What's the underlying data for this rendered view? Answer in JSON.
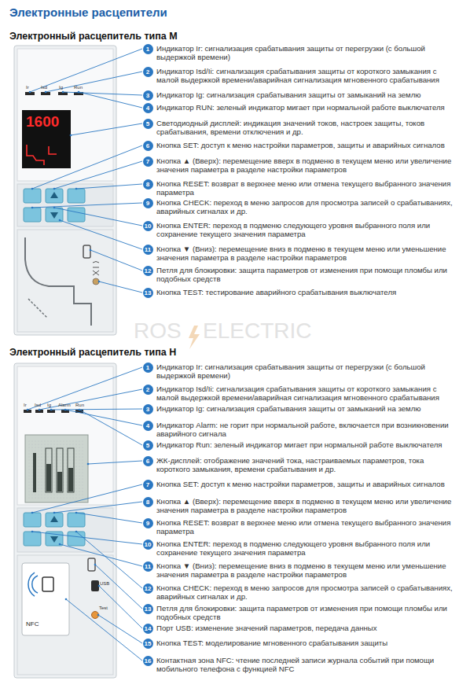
{
  "diagram": {
    "title": "Электронные расцепители",
    "nodes": [
      {
        "text": [
          "1"
        ]
      },
      {
        "text": [
          "2"
        ]
      },
      {
        "text": [
          "3"
        ]
      },
      {
        "text": [
          "4"
        ]
      },
      {
        "text": [
          "5"
        ]
      },
      {
        "text": [
          "6"
        ]
      },
      {
        "text": [
          "7"
        ]
      },
      {
        "text": [
          "8"
        ]
      },
      {
        "text": [
          "9"
        ]
      },
      {
        "text": [
          "10"
        ]
      },
      {
        "text": [
          "11"
        ]
      },
      {
        "text": [
          "12"
        ]
      },
      {
        "text": [
          "13"
        ]
      },
      {
        "text": [
          "1"
        ]
      },
      {
        "text": [
          "2"
        ]
      },
      {
        "text": [
          "3"
        ]
      },
      {
        "text": [
          "4"
        ]
      },
      {
        "text": [
          "5"
        ]
      },
      {
        "text": [
          "6"
        ]
      },
      {
        "text": [
          "7"
        ]
      },
      {
        "text": [
          "8"
        ]
      },
      {
        "text": [
          "9"
        ]
      },
      {
        "text": [
          "10"
        ]
      },
      {
        "text": [
          "11"
        ]
      },
      {
        "text": [
          "12"
        ]
      },
      {
        "text": [
          "13"
        ]
      },
      {
        "text": [
          "14"
        ]
      },
      {
        "text": [
          "15"
        ]
      },
      {
        "text": [
          "16"
        ]
      }
    ],
    "labels": [
      "Электронный расцепитель типа M",
      "Индикатор Ir: сигнализация срабатывания защиты от перегрузки (с большой выдержкой времени)",
      "Индикатор Isd/Ii: сигнализация срабатывания защиты от короткого замыкания с малой выдержкой времени/аварийная сигнализация мгновенного срабатывания",
      "Индикатор Ig: сигнализация срабатывания защиты от замыканий на землю",
      "Индикатор RUN: зеленый индикатор мигает при нормальной работе выключателя",
      "Светодиодный дисплей: индикация значений токов, настроек защиты, токов срабатывания, времени отключения и др.",
      "Кнопка SET: доступ к меню настройки параметров, защиты и аварийных сигналов",
      "Кнопка ▲ (Вверх): перемещение вверх в подменю в текущем меню или увеличение значения параметра в разделе настройки параметров",
      "Кнопка RESET: возврат в верхнее меню или отмена текущего выбранного значения параметра",
      "Кнопка CHECK: переход в меню запросов для просмотра записей о срабатываниях, аварийных сигналах и др.",
      "Кнопка ENTER: переход в подменю следующего уровня выбранного поля или сохранение текущего значения параметра",
      "Кнопка ▼ (Вниз): перемещение вниз в подменю в текущем меню или уменьшение значения параметра в разделе настройки параметров",
      "Петля для блокировки: защита параметров от изменения при помощи пломбы или подобных средств",
      "Кнопка TEST: тестирование аварийного срабатывания выключателя",
      "Электронный расцепитель типа H",
      "Индикатор Ir: сигнализация срабатывания защиты от перегрузки (с большой выдержкой времени)",
      "Индикатор Isd/Ii: сигнализация срабатывания защиты от короткого замыкания с малой выдержкой времени/аварийная сигнализация мгновенного срабатывания",
      "Индикатор Ig: сигнализация срабатывания защиты от замыканий на землю",
      "Индикатор Alarm: не горит при нормальной работе, включается при возникновении аварийного сигнала",
      "Индикатор Run: зеленый индикатор мигает при нормальной работе выключателя",
      "ЖК-дисплей: отображение значений тока, настраиваемых параметров, тока короткого замыкания, времени срабатывания и др.",
      "Кнопка SET: доступ к меню настройки параметров, защиты и аварийных сигналов",
      "Кнопка ▲ (Вверх): перемещение вверх в подменю в текущем меню или увеличение значения параметра в разделе настройки параметров",
      "Кнопка RESET: возврат в верхнее меню или отмена текущего выбранного значения параметра",
      "Кнопка ENTER: переход в подменю следующего уровня выбранного поля или сохранение текущего значения параметра",
      "Кнопка ▼ (Вниз): перемещение вниз в подменю в текущем меню или уменьшение значения параметра в разделе настройки параметров",
      "Кнопка CHECK: переход в меню запросов для просмотра записей о срабатываниях, аварийных сигналах и др.",
      "Петля для блокировки: защита параметров от изменения при помощи пломбы или подобных средств",
      "Порт USB: изменение значений параметров, передача данных",
      "Кнопка TEST: моделирование мгновенного срабатывания защиты",
      "Контактная зона NFC: чтение последней записи журнала событий при помощи мобильного телефона с функцией NFC",
      "ROS",
      "ELECTRIC",
      "Ir",
      "Isd",
      "Ig",
      "Run",
      "1600",
      "Ir",
      "Isd",
      "Ig",
      "Alarm",
      "Run",
      "NFC",
      "USB",
      "Test"
    ]
  }
}
